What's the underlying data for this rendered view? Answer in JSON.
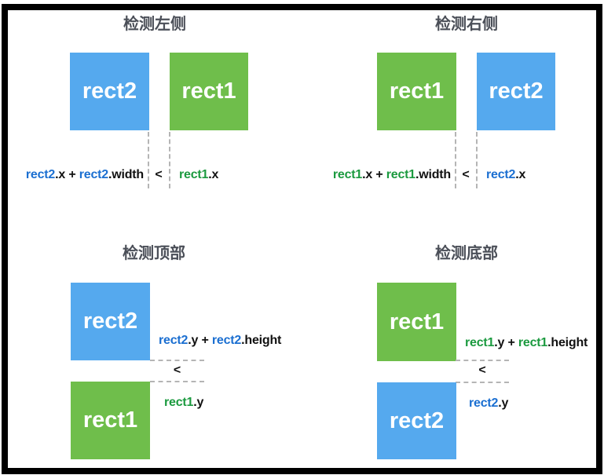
{
  "colors": {
    "box_blue": "#55a9ee",
    "box_green": "#6fbe4b",
    "text_blue": "#1b6fd1",
    "text_green": "#1b9a3f",
    "formula_black": "#111111",
    "title_gray": "#4b4f58",
    "dash_gray": "#b5b5b5",
    "frame_black": "#000000"
  },
  "panels": [
    {
      "title": "检测左侧",
      "boxes": [
        {
          "label": "rect2",
          "color": "#55a9ee"
        },
        {
          "label": "rect1",
          "color": "#6fbe4b"
        }
      ],
      "operator": "<",
      "formula_left": [
        {
          "text": "rect2",
          "color": "#1b6fd1"
        },
        {
          "text": ".x + ",
          "color": "#111111"
        },
        {
          "text": "rect2",
          "color": "#1b6fd1"
        },
        {
          "text": ".width",
          "color": "#111111"
        }
      ],
      "formula_right": [
        {
          "text": "rect1",
          "color": "#1b9a3f"
        },
        {
          "text": ".x",
          "color": "#111111"
        }
      ]
    },
    {
      "title": "检测右侧",
      "boxes": [
        {
          "label": "rect1",
          "color": "#6fbe4b"
        },
        {
          "label": "rect2",
          "color": "#55a9ee"
        }
      ],
      "operator": "<",
      "formula_left": [
        {
          "text": "rect1",
          "color": "#1b9a3f"
        },
        {
          "text": ".x + ",
          "color": "#111111"
        },
        {
          "text": "rect1",
          "color": "#1b9a3f"
        },
        {
          "text": ".width",
          "color": "#111111"
        }
      ],
      "formula_right": [
        {
          "text": "rect2",
          "color": "#1b6fd1"
        },
        {
          "text": ".x",
          "color": "#111111"
        }
      ]
    },
    {
      "title": "检测顶部",
      "boxes": [
        {
          "label": "rect2",
          "color": "#55a9ee"
        },
        {
          "label": "rect1",
          "color": "#6fbe4b"
        }
      ],
      "operator": "<",
      "formula_top": [
        {
          "text": "rect2",
          "color": "#1b6fd1"
        },
        {
          "text": ".y + ",
          "color": "#111111"
        },
        {
          "text": "rect2",
          "color": "#1b6fd1"
        },
        {
          "text": ".height",
          "color": "#111111"
        }
      ],
      "formula_bottom": [
        {
          "text": "rect1",
          "color": "#1b9a3f"
        },
        {
          "text": ".y",
          "color": "#111111"
        }
      ]
    },
    {
      "title": "检测底部",
      "boxes": [
        {
          "label": "rect1",
          "color": "#6fbe4b"
        },
        {
          "label": "rect2",
          "color": "#55a9ee"
        }
      ],
      "operator": "<",
      "formula_top": [
        {
          "text": "rect1",
          "color": "#1b9a3f"
        },
        {
          "text": ".y + ",
          "color": "#111111"
        },
        {
          "text": "rect1",
          "color": "#1b9a3f"
        },
        {
          "text": ".height",
          "color": "#111111"
        }
      ],
      "formula_bottom": [
        {
          "text": "rect2",
          "color": "#1b6fd1"
        },
        {
          "text": ".y",
          "color": "#111111"
        }
      ]
    }
  ]
}
